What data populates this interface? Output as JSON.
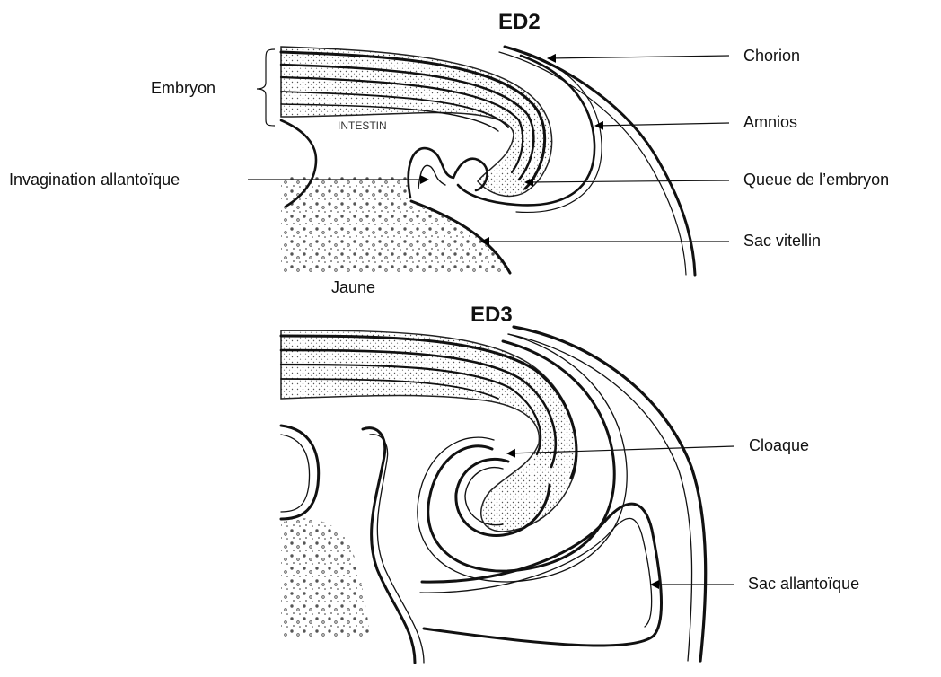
{
  "figure": {
    "panels": [
      {
        "title": "ED2",
        "labels": {
          "embryo": "Embryon",
          "intestine": "INTESTIN",
          "allantoic_invagination": "Invagination allantoïque",
          "yolk": "Jaune",
          "chorion": "Chorion",
          "amnion": "Amnios",
          "embryo_tail": "Queue de l’embryon",
          "yolk_sac": "Sac vitellin"
        }
      },
      {
        "title": "ED3",
        "labels": {
          "cloaca": "Cloaque",
          "allantoic_sac": "Sac allantoïque"
        }
      }
    ]
  }
}
